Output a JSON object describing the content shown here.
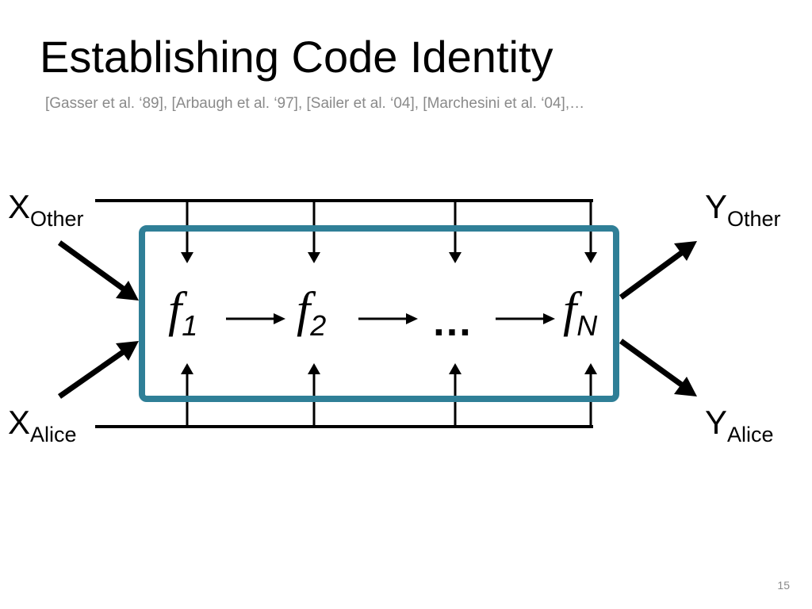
{
  "slide": {
    "title": "Establishing Code Identity",
    "references": "[Gasser et al. ‘89], [Arbaugh et al. ‘97], [Sailer et al. ‘04], [Marchesini et al. ‘04],…",
    "slide_number": "15"
  },
  "diagram": {
    "inputs": [
      {
        "main": "X",
        "sub": "Other"
      },
      {
        "main": "X",
        "sub": "Alice"
      }
    ],
    "outputs": [
      {
        "main": "Y",
        "sub": "Other"
      },
      {
        "main": "Y",
        "sub": "Alice"
      }
    ],
    "functions": [
      {
        "main": "f",
        "sub": "1"
      },
      {
        "main": "f",
        "sub": "2"
      },
      {
        "main": "…",
        "sub": ""
      },
      {
        "main": "f",
        "sub": "N"
      }
    ],
    "colors": {
      "box_border": "#2f7f97",
      "lines": "#000000"
    }
  }
}
